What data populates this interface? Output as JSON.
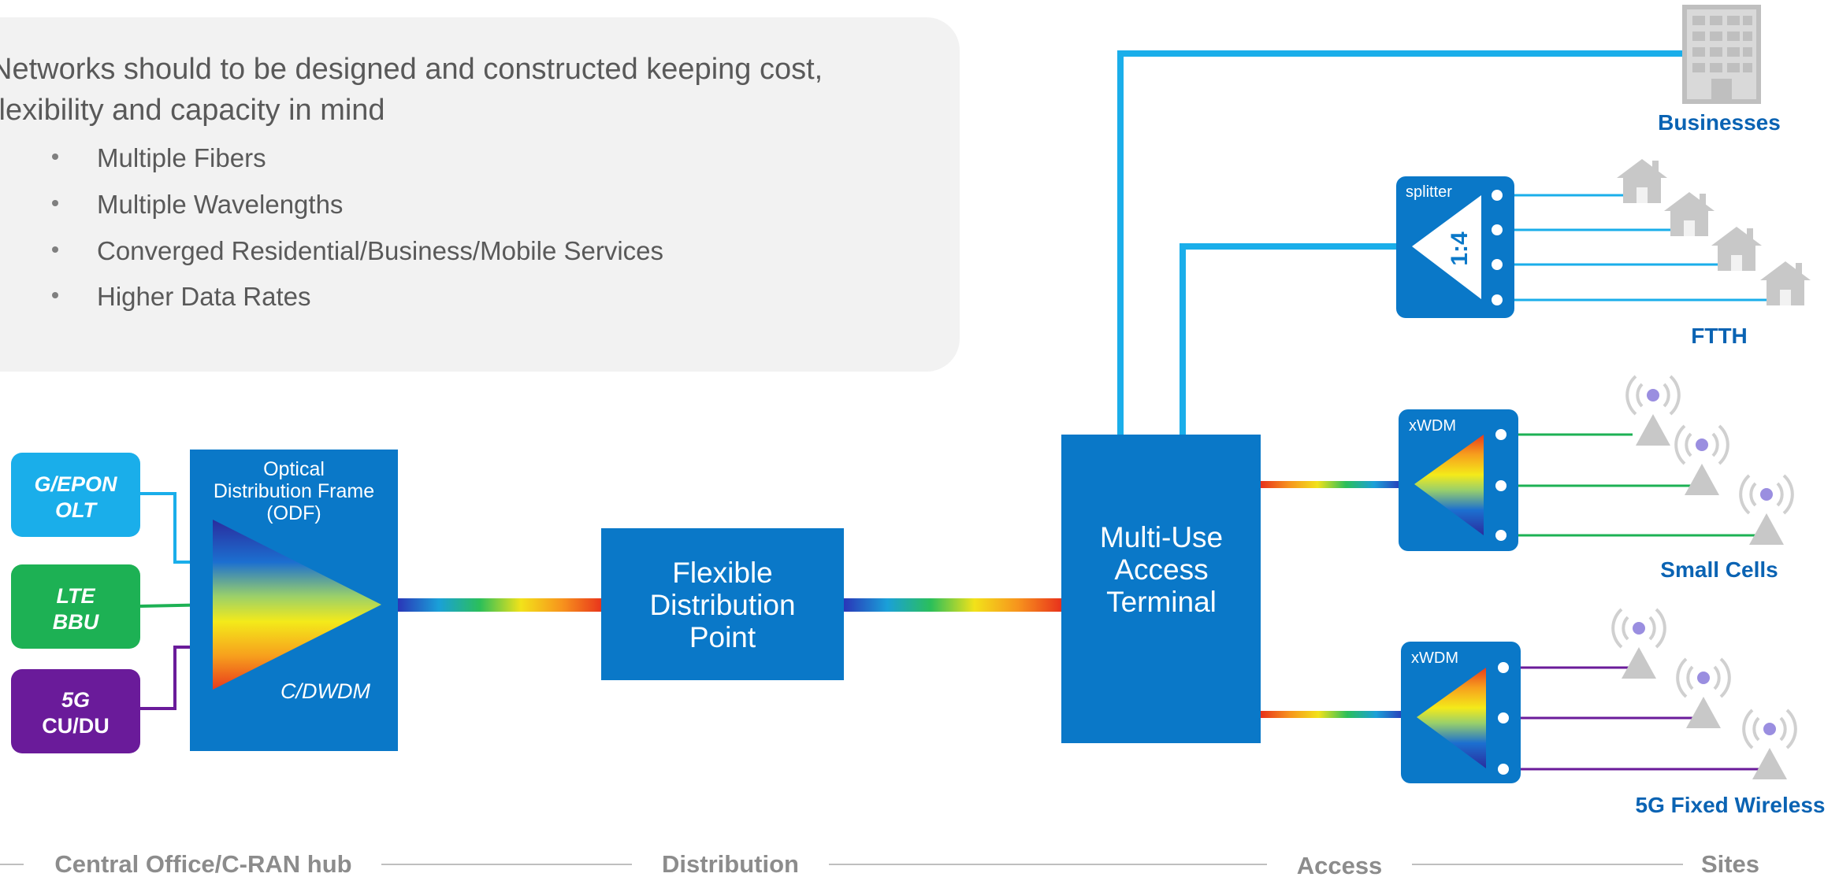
{
  "note": {
    "headline_line1": "Networks should to be designed and constructed keeping cost,",
    "headline_line2": "flexibility and capacity in mind",
    "bullets": [
      "Multiple Fibers",
      "Multiple Wavelengths",
      "Converged Residential/Business/Mobile Services",
      "Higher Data Rates"
    ]
  },
  "sources": {
    "gepon": {
      "line1": "G/EPON",
      "line2": "OLT"
    },
    "lte": {
      "line1": "LTE",
      "line2": "BBU"
    },
    "fiveg": {
      "line1": "5G",
      "line2": "CU/DU"
    }
  },
  "odf": {
    "title_line1": "Optical",
    "title_line2": "Distribution Frame",
    "title_line3": "(ODF)",
    "mux_label": "C/DWDM"
  },
  "fdp": {
    "line1": "Flexible",
    "line2": "Distribution",
    "line3": "Point"
  },
  "muat": {
    "line1": "Multi-Use",
    "line2": "Access",
    "line3": "Terminal"
  },
  "splitter": {
    "label": "splitter",
    "ratio": "1:4"
  },
  "xwdm": {
    "label_top": "xWDM",
    "label_bottom": "xWDM"
  },
  "sites": {
    "businesses": "Businesses",
    "ftth": "FTTH",
    "small_cells": "Small Cells",
    "fixed_wireless": "5G Fixed Wireless"
  },
  "stages": {
    "central": "Central Office/C-RAN hub",
    "distribution": "Distribution",
    "access": "Access",
    "sites": "Sites"
  },
  "colors": {
    "blue_box": "#0a78c8",
    "light_blue": "#1aaeea",
    "green": "#1db154",
    "purple": "#6a1b9a",
    "site_label": "#0a63b3",
    "stage_label": "#8c8c8c"
  }
}
